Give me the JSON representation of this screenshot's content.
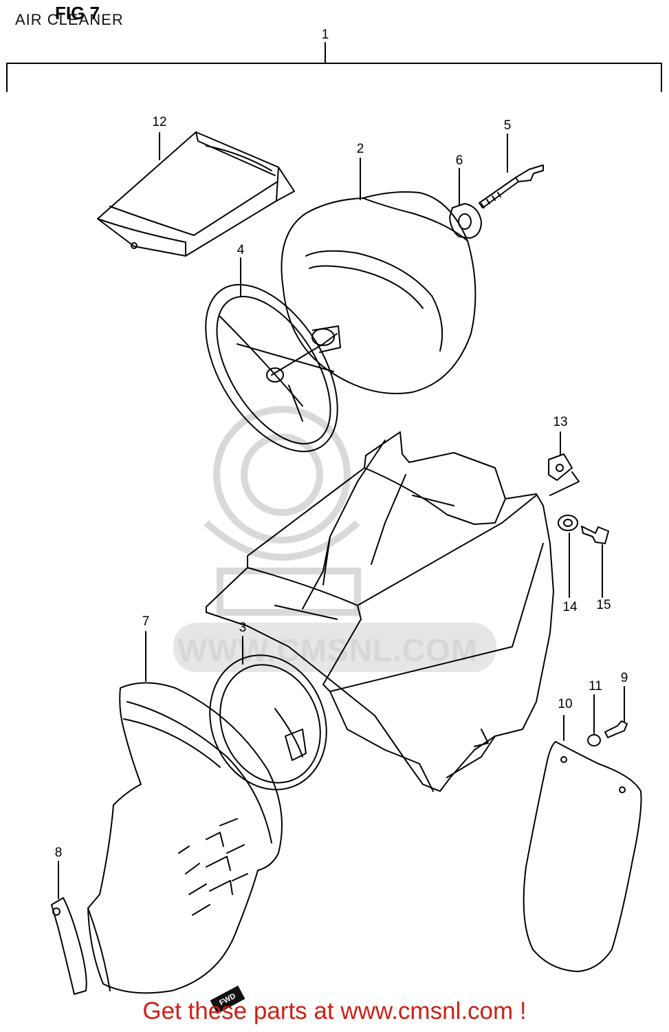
{
  "figure": {
    "title": "FIG 7",
    "subtitle": "AIR CLEANER"
  },
  "callouts": [
    {
      "id": "1",
      "label": "1"
    },
    {
      "id": "2",
      "label": "2"
    },
    {
      "id": "3",
      "label": "3"
    },
    {
      "id": "4",
      "label": "4"
    },
    {
      "id": "5",
      "label": "5"
    },
    {
      "id": "6",
      "label": "6"
    },
    {
      "id": "7",
      "label": "7"
    },
    {
      "id": "8",
      "label": "8"
    },
    {
      "id": "9",
      "label": "9"
    },
    {
      "id": "10",
      "label": "10"
    },
    {
      "id": "11",
      "label": "11"
    },
    {
      "id": "12",
      "label": "12"
    },
    {
      "id": "13",
      "label": "13"
    },
    {
      "id": "14",
      "label": "14"
    },
    {
      "id": "15",
      "label": "15"
    }
  ],
  "watermark": {
    "text": "WWW.CMSNL.COM"
  },
  "fwd_tag": "FWD",
  "footer": {
    "text": "Get these parts at www.cmsnl.com !",
    "color": "#d01e14"
  }
}
